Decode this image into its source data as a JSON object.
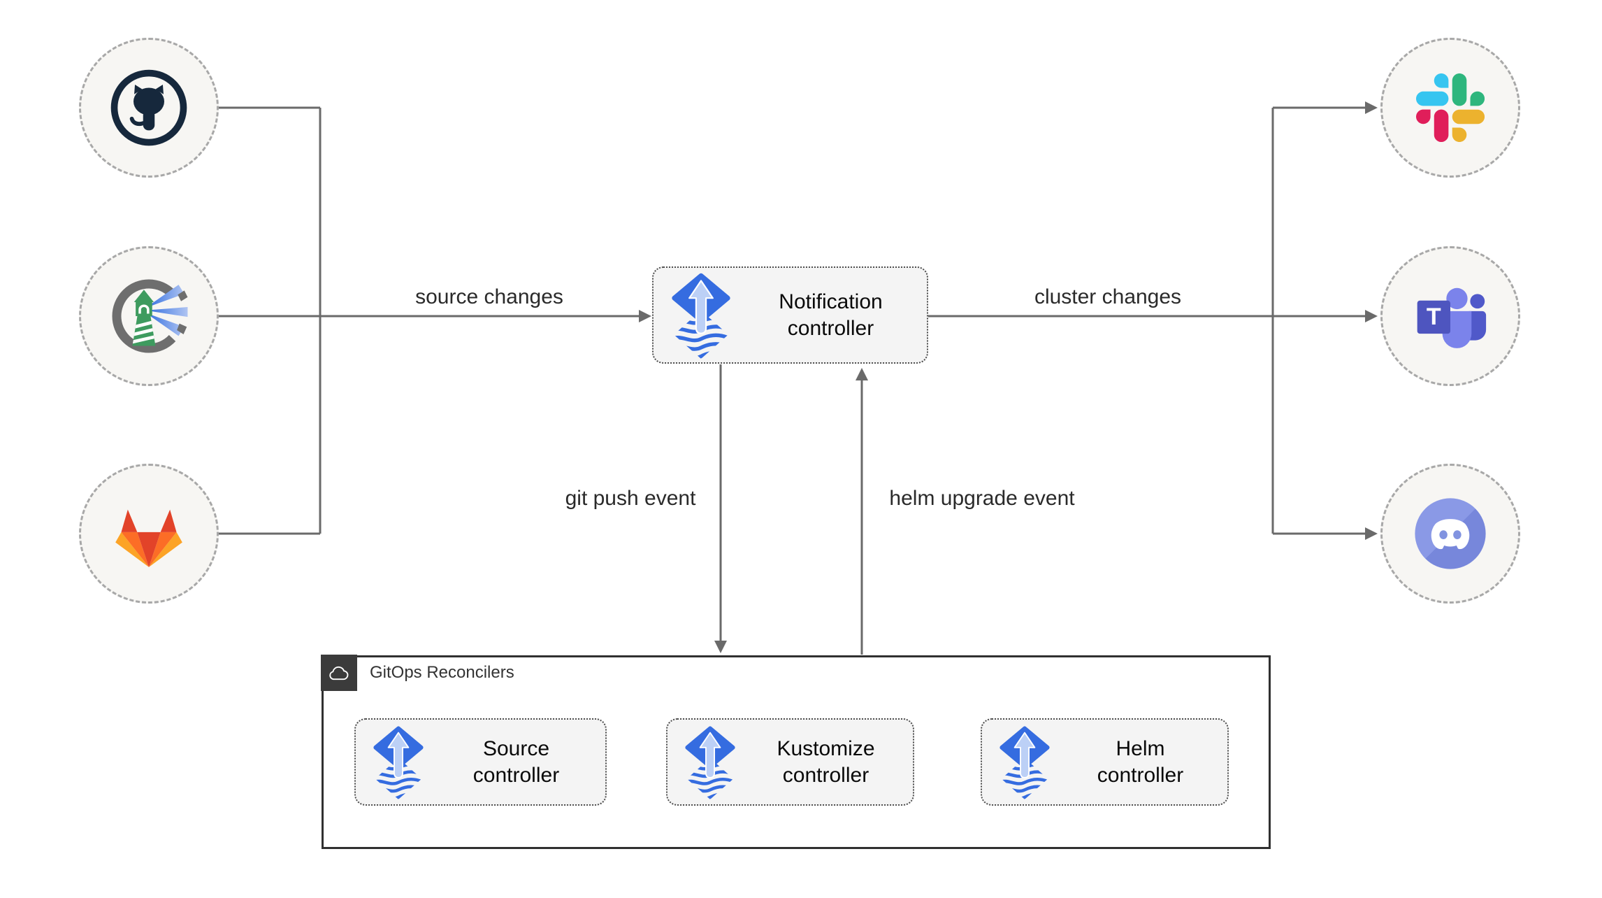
{
  "diagram": {
    "sources": [
      {
        "icon": "github-icon"
      },
      {
        "icon": "harbor-icon"
      },
      {
        "icon": "gitlab-icon"
      }
    ],
    "targets": [
      {
        "icon": "slack-icon"
      },
      {
        "icon": "teams-icon"
      },
      {
        "icon": "discord-icon"
      }
    ],
    "notification": {
      "label": "Notification controller",
      "icon": "flux-icon"
    },
    "edge_labels": {
      "source_changes": "source changes",
      "cluster_changes": "cluster changes",
      "git_push": "git push event",
      "helm_upgrade": "helm upgrade event"
    },
    "reconcilers": {
      "title": "GitOps Reconcilers",
      "badge_icon": "cloud-icon",
      "boxes": [
        {
          "label": "Source controller",
          "icon": "flux-icon"
        },
        {
          "label": "Kustomize controller",
          "icon": "flux-icon"
        },
        {
          "label": "Helm controller",
          "icon": "flux-icon"
        }
      ]
    },
    "teams_letter": "T",
    "colors": {
      "flux_blue": "#356CE0",
      "flux_light_blue": "#BCD0F6",
      "connector_gray": "#6A6A6A",
      "node_fill": "#F4F4F4",
      "circle_fill": "#F7F6F3",
      "container_border": "#303030",
      "github_dark": "#16283C",
      "harbor_green": "#3E9B5F",
      "gitlab_red": "#E24329",
      "gitlab_orange": "#FC6D26",
      "gitlab_yellow": "#FCA326",
      "slack_blue": "#36C5F0",
      "slack_green": "#2EB67D",
      "slack_yellow": "#ECB22E",
      "slack_red": "#E01E5A",
      "teams_indigo": "#4E55BF",
      "teams_light": "#7B83EB",
      "discord_blurple": "#8193E0"
    }
  }
}
